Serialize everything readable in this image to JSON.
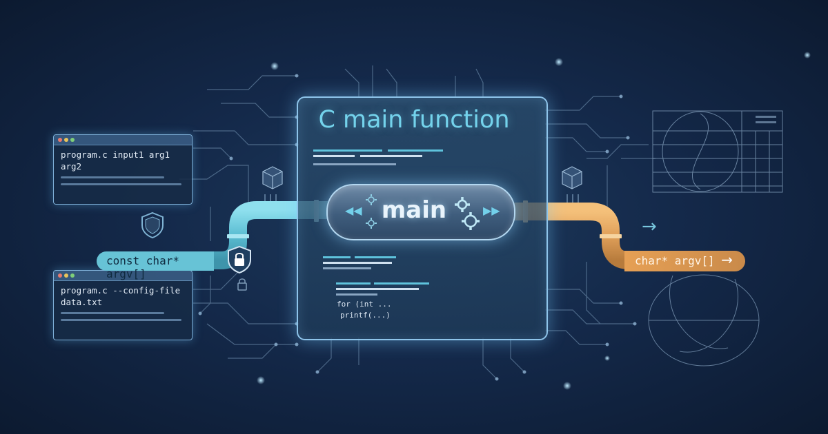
{
  "title": "C main function",
  "center": {
    "label": "main",
    "code_lines": [
      "for (int ...",
      "printf(...)"
    ]
  },
  "terminals": [
    {
      "text": "program.c input1 arg1\narg2"
    },
    {
      "text": "program.c --config-file\ndata.txt"
    }
  ],
  "pipes": {
    "input_label": "const char* argv[]",
    "output_label": "char* argv[]"
  },
  "icons": [
    "shield-icon",
    "lock-icon",
    "cube-icon",
    "gear-icon",
    "chevron-left-icon",
    "chevron-right-icon",
    "arrow-right-icon",
    "chart-grid-icon"
  ],
  "colors": {
    "background": "#14294a",
    "accent_cyan": "#67c3d6",
    "accent_orange": "#e6a055",
    "title": "#74d3ec"
  }
}
